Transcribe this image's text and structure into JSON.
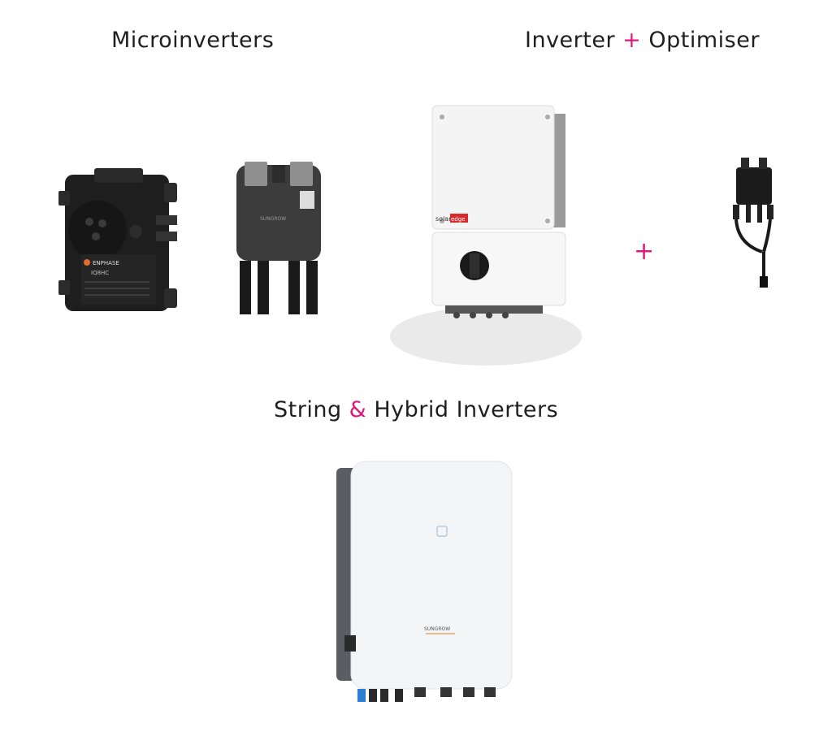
{
  "sections": {
    "micro": {
      "title": "Microinverters"
    },
    "optimiser": {
      "title_a": "Inverter",
      "joiner": "+",
      "title_b": "Optimiser"
    },
    "string": {
      "title_a": "String",
      "joiner": "&",
      "title_b": "Hybrid Inverters"
    }
  },
  "between_plus": "+",
  "product_labels": {
    "enphase_brand": "ENPHASE",
    "enphase_model": "IQ8HC",
    "sungrow_micro_brand": "SUNGROW",
    "solaredge_brand": "solar",
    "solaredge_brand_accent": "edge",
    "sungrow_hybrid_brand": "SUNGROW"
  },
  "colors": {
    "accent": "#e0177a",
    "text": "#1f1f1f"
  }
}
